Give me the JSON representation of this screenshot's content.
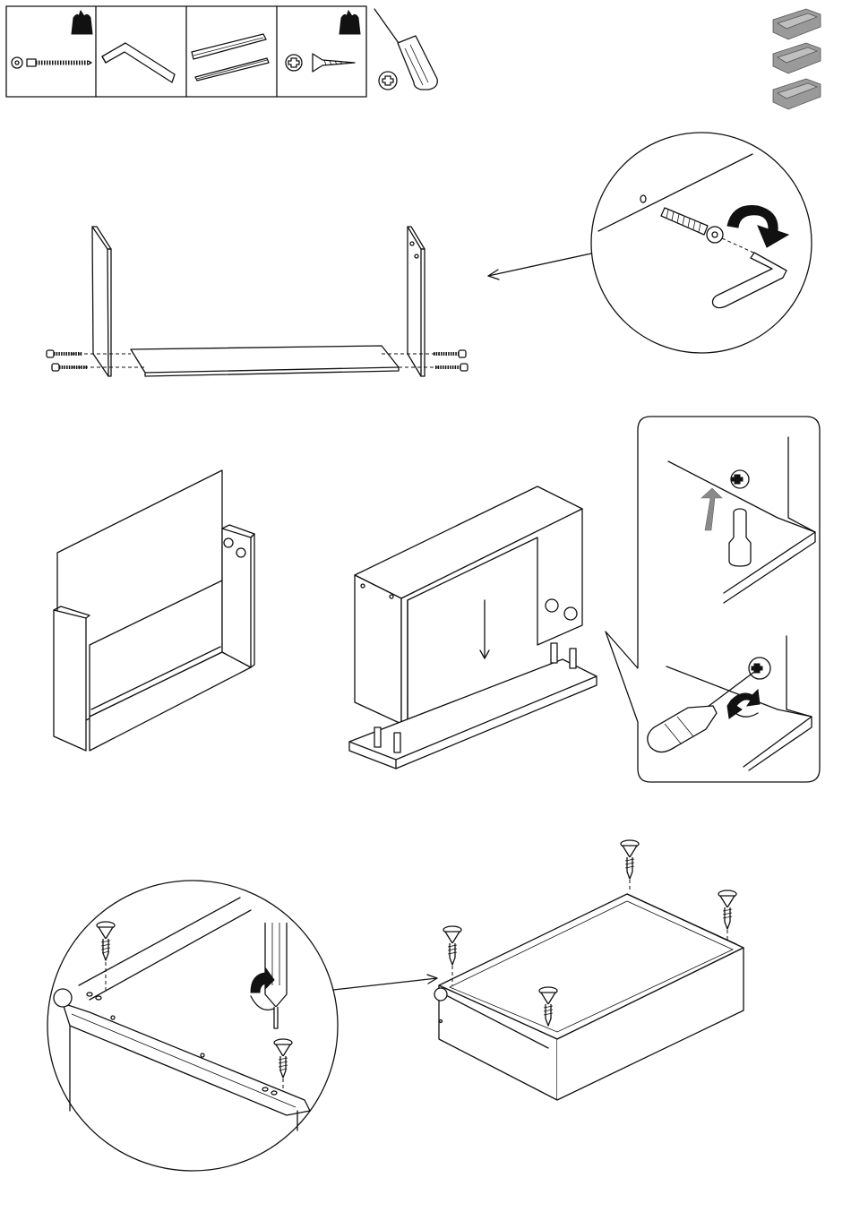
{
  "document": {
    "type": "assembly-instructions",
    "page_text": [],
    "parts_box": [
      {
        "icon": "bag-icon",
        "items": [
          "cam-bolt-icon"
        ]
      },
      {
        "icon": "none",
        "items": [
          "allen-key-icon"
        ]
      },
      {
        "icon": "none",
        "items": [
          "drawer-runner-icon"
        ]
      },
      {
        "icon": "bag-icon",
        "items": [
          "phillips-screw-icon"
        ]
      }
    ],
    "tool": "phillips-screwdriver-icon",
    "product_thumbnail": "three-drawers-icon",
    "steps": [
      {
        "name": "step-attach-sides",
        "detail": "cam-bolt-insert-detail"
      },
      {
        "name": "step-insert-back-and-base",
        "detail": "cam-lock-tighten-detail"
      },
      {
        "name": "step-fit-runners",
        "detail": "runner-screw-detail"
      }
    ]
  }
}
